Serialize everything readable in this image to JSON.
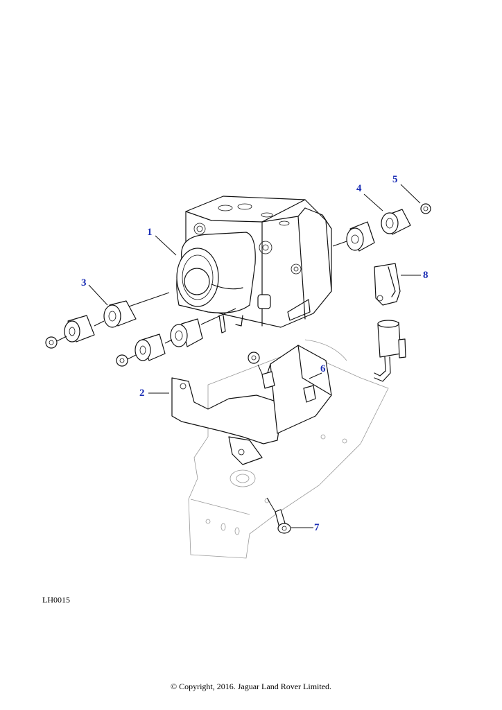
{
  "callouts": {
    "c1": "1",
    "c2": "2",
    "c3": "3",
    "c4": "4",
    "c5": "5",
    "c6": "6",
    "c7": "7",
    "c8": "8"
  },
  "callout_color": "#1c2fb5",
  "reference_code": "LH0015",
  "copyright": "© Copyright, 2016. Jaguar Land Rover Limited."
}
